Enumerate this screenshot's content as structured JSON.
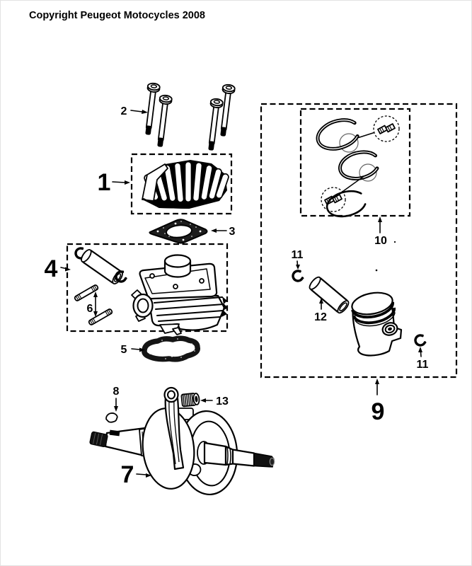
{
  "copyright": "Copyright Peugeot Motocycles 2008",
  "diagram": {
    "type": "exploded-parts-diagram",
    "colors": {
      "line": "#000000",
      "background": "#ffffff",
      "page_border": "#e3e3e3"
    },
    "callouts": {
      "c1": {
        "ref": "1",
        "part": "cylinder-head"
      },
      "c2": {
        "ref": "2",
        "part": "cylinder-head-studs"
      },
      "c3": {
        "ref": "3",
        "part": "cylinder-head-gasket"
      },
      "c4": {
        "ref": "4",
        "part": "cylinder-kit"
      },
      "c5": {
        "ref": "5",
        "part": "cylinder-base-gasket"
      },
      "c6": {
        "ref": "6",
        "part": "exhaust-studs"
      },
      "c7": {
        "ref": "7",
        "part": "crankshaft-assembly"
      },
      "c8": {
        "ref": "8",
        "part": "woodruff-key"
      },
      "c9": {
        "ref": "9",
        "part": "piston-kit"
      },
      "c10": {
        "ref": "10",
        "part": "piston-ring-set"
      },
      "c11a": {
        "ref": "11",
        "part": "piston-pin-circlip-upper"
      },
      "c11b": {
        "ref": "11",
        "part": "piston-pin-circlip-lower"
      },
      "c12": {
        "ref": "12",
        "part": "piston-pin"
      },
      "c13": {
        "ref": "13",
        "part": "small-end-needle-bearing"
      }
    }
  }
}
